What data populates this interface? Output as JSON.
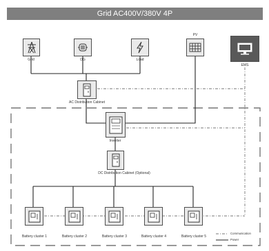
{
  "diagram_title": "Grid AC400V/380V 4P",
  "sources": [
    {
      "label": "Grid",
      "icon": "transmission-tower-icon"
    },
    {
      "label": "DG",
      "icon": "generator-icon"
    },
    {
      "label": "Load",
      "icon": "lightning-bolt-icon"
    },
    {
      "label": "PV",
      "icon": "solar-panel-icon"
    }
  ],
  "ems": {
    "label": "EMS",
    "icon": "monitor-icon"
  },
  "ac_cabinet": {
    "label": "AC Distribution Cabinet",
    "icon": "cabinet-icon"
  },
  "inverter": {
    "label": "Inverter",
    "icon": "inverter-icon"
  },
  "dc_cabinet": {
    "label": "DC Distribution Cabinet  (Optional)",
    "icon": "cabinet-icon"
  },
  "battery_clusters": [
    {
      "label": "Battery cluster 1"
    },
    {
      "label": "Battery cluster 2"
    },
    {
      "label": "Battery cluster 3"
    },
    {
      "label": "Battery cluster 4"
    },
    {
      "label": "Battery cluster 5"
    }
  ],
  "legend": {
    "communication": "Communication",
    "power": "Power"
  },
  "colors": {
    "banner": "#7f7f7f",
    "node_fill": "#eaeaea",
    "ems_fill": "#595959",
    "line": "#222222",
    "dash": "#777777"
  }
}
